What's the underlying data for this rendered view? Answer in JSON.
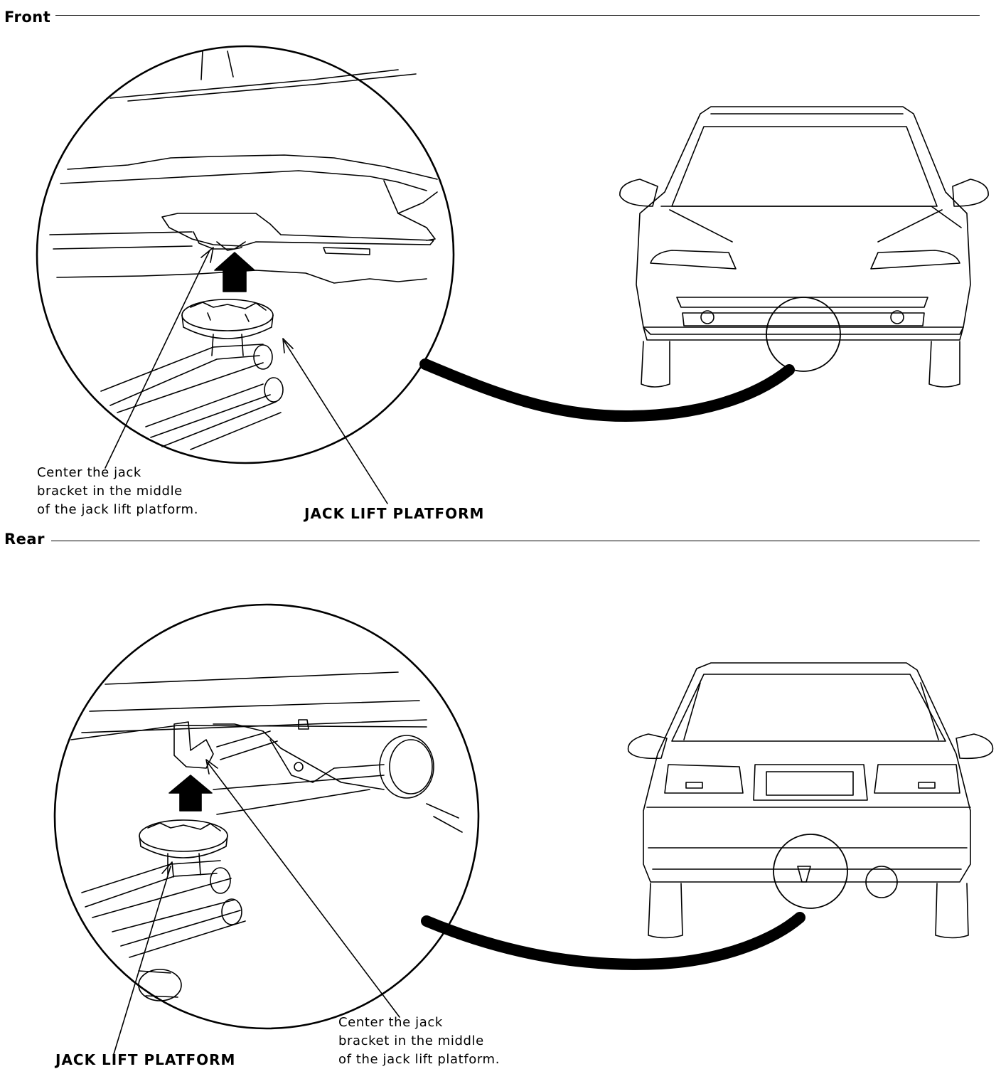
{
  "sections": {
    "front": {
      "label": "Front",
      "note_lines": [
        "Center the jack",
        "bracket in the middle",
        "of the jack lift platform."
      ],
      "platform_label": "JACK LIFT PLATFORM"
    },
    "rear": {
      "label": "Rear",
      "note_lines": [
        "Center the jack",
        "bracket in the middle",
        "of the jack lift platform."
      ],
      "platform_label": "JACK LIFT PLATFORM"
    }
  },
  "colors": {
    "ink": "#000000",
    "paper": "#ffffff"
  }
}
